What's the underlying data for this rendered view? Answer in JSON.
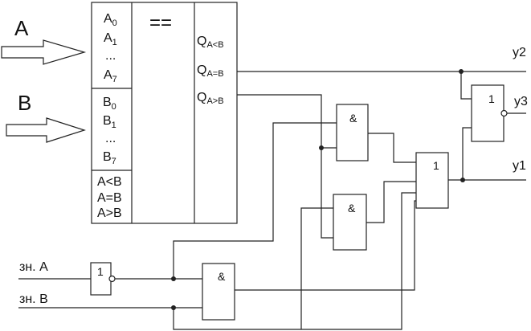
{
  "inputs": {
    "bus_a": "A",
    "bus_b": "B",
    "zn_a": "зн. А",
    "zn_b": "зн. В"
  },
  "comparator": {
    "a_bits": [
      {
        "base": "A",
        "sub": "0"
      },
      {
        "base": "A",
        "sub": "1"
      },
      {
        "base": "A",
        "sub": "7"
      }
    ],
    "b_bits": [
      {
        "base": "B",
        "sub": "0"
      },
      {
        "base": "B",
        "sub": "1"
      },
      {
        "base": "B",
        "sub": "7"
      }
    ],
    "ellipsis": "...",
    "cascade_inputs": [
      "A<B",
      "A=B",
      "A>B"
    ],
    "function_symbol": "==",
    "outputs": [
      {
        "base": "Q",
        "sub": "A<B"
      },
      {
        "base": "Q",
        "sub": "A=B"
      },
      {
        "base": "Q",
        "sub": "A>B"
      }
    ]
  },
  "gates": {
    "and_symbol": "&",
    "or_symbol": "1",
    "not_symbol": "1"
  },
  "outputs": {
    "y1": "y1",
    "y2": "y2",
    "y3": "y3"
  }
}
